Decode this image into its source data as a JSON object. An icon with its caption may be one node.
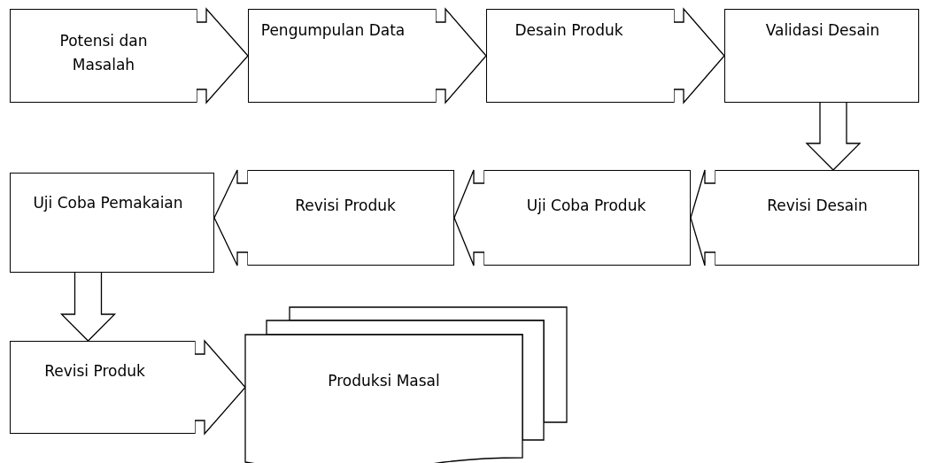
{
  "diagram": {
    "nodes": [
      {
        "text": [
          "Potensi dan Masalah"
        ]
      },
      {
        "text": [
          "Pengumpulan Data"
        ]
      },
      {
        "text": [
          "Desain Produk"
        ]
      },
      {
        "text": [
          "Validasi Desain"
        ]
      },
      {
        "text": [
          "Revisi Desain"
        ]
      },
      {
        "text": [
          "Uji Coba Produk"
        ]
      },
      {
        "text": [
          "Revisi Produk"
        ]
      },
      {
        "text": [
          "Uji Coba Pemakaian"
        ]
      },
      {
        "text": [
          "Revisi Produk"
        ]
      },
      {
        "text": [
          "Produksi Masal"
        ]
      }
    ],
    "edges": [
      {
        "from": 0,
        "to": 1,
        "arrow": "to"
      },
      {
        "from": 1,
        "to": 2,
        "arrow": "to"
      },
      {
        "from": 2,
        "to": 3,
        "arrow": "to"
      },
      {
        "from": 3,
        "to": 4,
        "arrow": "to"
      },
      {
        "from": 4,
        "to": 5,
        "arrow": "to"
      },
      {
        "from": 5,
        "to": 6,
        "arrow": "to"
      },
      {
        "from": 6,
        "to": 7,
        "arrow": "to"
      },
      {
        "from": 7,
        "to": 8,
        "arrow": "to"
      },
      {
        "from": 8,
        "to": 9,
        "arrow": "to"
      }
    ]
  }
}
